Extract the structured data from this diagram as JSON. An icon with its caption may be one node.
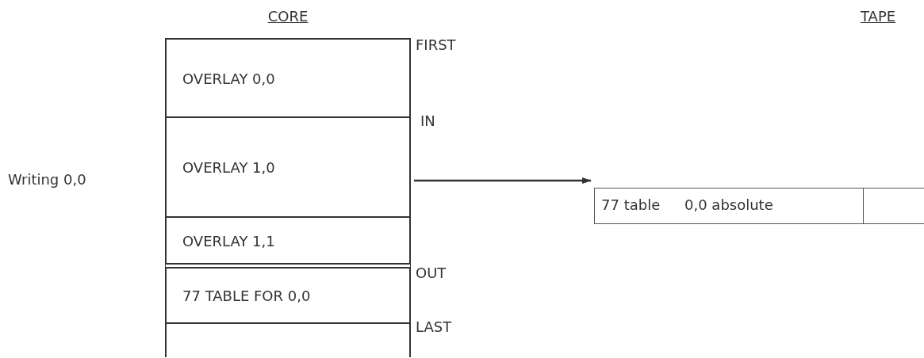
{
  "diagram": {
    "nodes": [
      {
        "text": [
          "CORE"
        ]
      },
      {
        "text": [
          "OVERLAY 0,0"
        ],
        "in": 0
      },
      {
        "text": [
          "OVERLAY 1,0"
        ],
        "in": 0
      },
      {
        "text": [
          "OVERLAY 1,1"
        ],
        "in": 0
      },
      {
        "text": [
          "77 TABLE FOR 0,0"
        ],
        "in": 0
      },
      {
        "text": [],
        "shape": "box",
        "in": 0
      },
      {
        "text": [
          "77 table",
          "0,0 absolute"
        ]
      }
    ],
    "edges": [
      {
        "from": 0,
        "to": 6,
        "arrow": "to"
      }
    ],
    "labels": [
      "TAPE",
      "FIRST",
      "IN",
      "Writing 0,0",
      "OUT",
      "LAST"
    ]
  }
}
